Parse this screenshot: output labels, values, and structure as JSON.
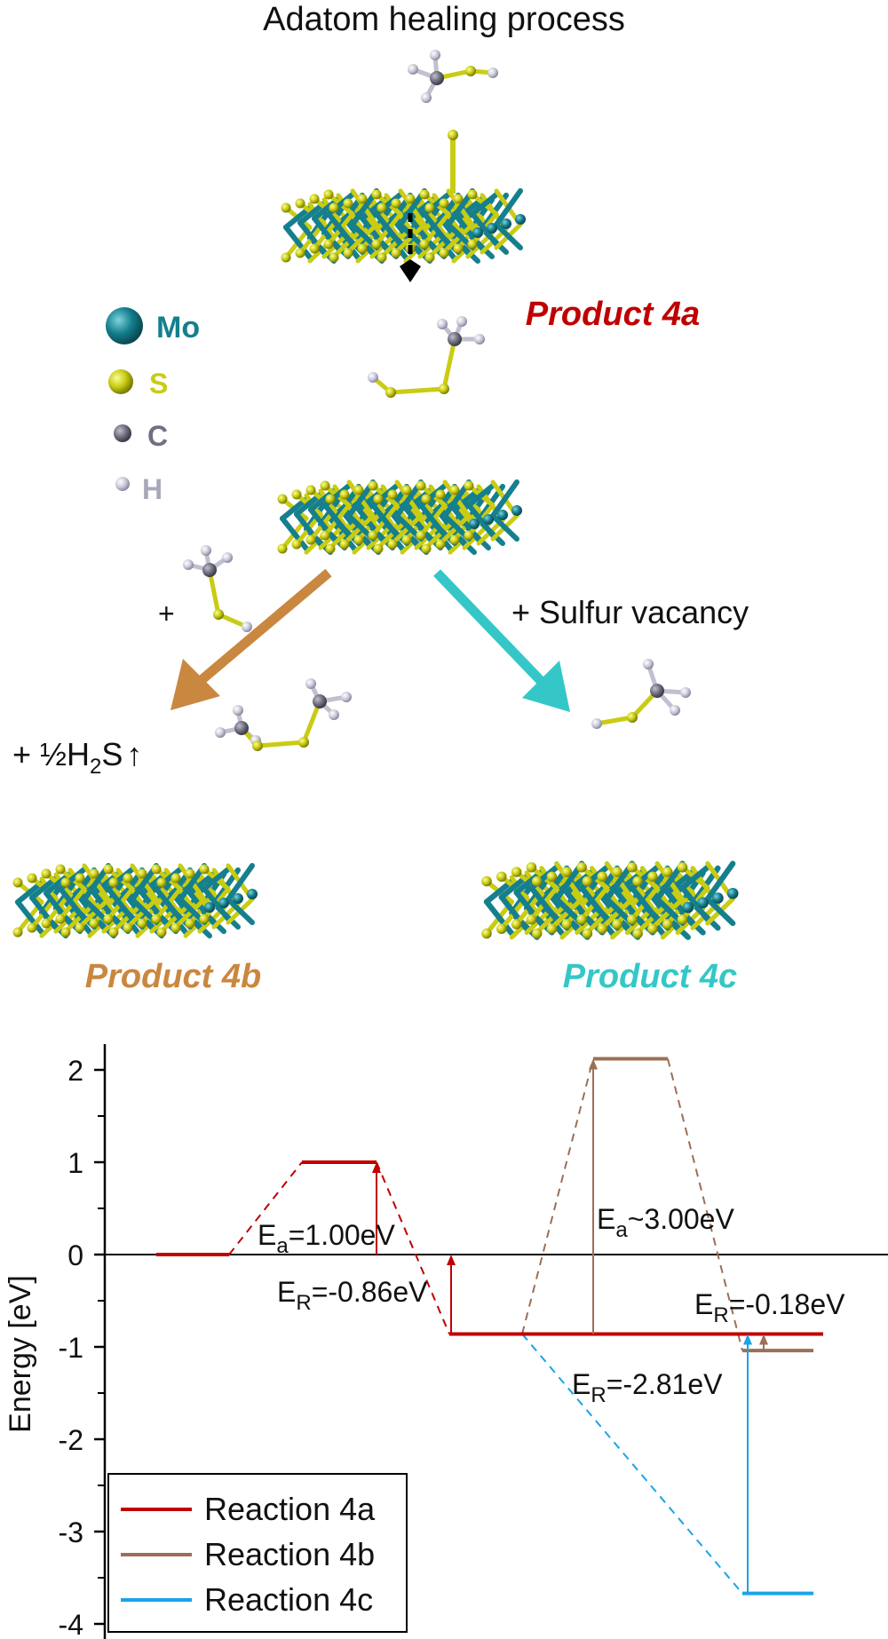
{
  "title": "Adatom healing process",
  "legend_atoms": [
    {
      "symbol": "Mo",
      "color": "#157f8e"
    },
    {
      "symbol": "S",
      "color": "#c9cc12"
    },
    {
      "symbol": "C",
      "color": "#707080"
    },
    {
      "symbol": "H",
      "color": "#a8a8b8"
    }
  ],
  "products": {
    "p4a": {
      "label": "Product 4a",
      "color": "#c00000"
    },
    "p4b": {
      "label": "Product 4b",
      "color": "#c9873f"
    },
    "p4c": {
      "label": "Product 4c",
      "color": "#35c7c7"
    }
  },
  "reaction_labels": {
    "plus": "+",
    "half_h2s_prefix": "+ ½H",
    "half_h2s_sub": "2",
    "half_h2s_suffix": "S",
    "up_arrow": "↑",
    "sulfur_vacancy": "+ Sulfur vacancy"
  },
  "colors": {
    "mo": "#157f8e",
    "s": "#c9cc12",
    "c": "#707080",
    "h": "#c0c0d0",
    "arrow4b": "#c9873f",
    "arrow4c": "#35c7c7"
  },
  "chart_data": {
    "type": "line",
    "ylabel": "Energy [eV]",
    "ylim": [
      -4,
      2.2
    ],
    "yticks": [
      -4,
      -3,
      -2,
      -1,
      0,
      1,
      2
    ],
    "x_axis": "none",
    "legend_position": "bottom-left",
    "series": [
      {
        "name": "Reaction 4a",
        "color": "#c00000",
        "levels": [
          {
            "x": [
              0,
              1
            ],
            "y": 0
          },
          {
            "x": [
              2,
              3
            ],
            "y": 1.0
          },
          {
            "x": [
              4,
              9
            ],
            "y": -0.86
          }
        ]
      },
      {
        "name": "Reaction 4b",
        "color": "#9c6f56",
        "levels": [
          {
            "x": [
              6,
              7
            ],
            "y": 2.12
          },
          {
            "x": [
              8.5,
              9
            ],
            "y": -1.04
          }
        ]
      },
      {
        "name": "Reaction 4c",
        "color": "#1aa3e8",
        "levels": [
          {
            "x": [
              8.5,
              9
            ],
            "y": -3.67
          }
        ]
      }
    ],
    "annotations": [
      {
        "text_main": "E",
        "text_sub": "a",
        "text_rest": "=1.00eV",
        "value": 1.0
      },
      {
        "text_main": "E",
        "text_sub": "R",
        "text_rest": "=-0.86eV",
        "value": -0.86
      },
      {
        "text_main": "E",
        "text_sub": "a",
        "text_rest": "~3.00eV",
        "value": 3.0
      },
      {
        "text_main": "E",
        "text_sub": "R",
        "text_rest": "=-0.18eV",
        "value": -0.18
      },
      {
        "text_main": "E",
        "text_sub": "R",
        "text_rest": "=-2.81eV",
        "value": -2.81
      }
    ]
  }
}
